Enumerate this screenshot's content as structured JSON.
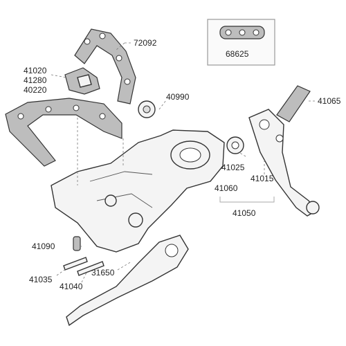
{
  "labels": {
    "p72092": "72092",
    "p41020": "41020",
    "p41280": "41280",
    "p40220": "40220",
    "p40990": "40990",
    "p68625": "68625",
    "p41065": "41065",
    "p41025": "41025",
    "p41015": "41015",
    "p41060": "41060",
    "p41050": "41050",
    "p41090": "41090",
    "p41035": "41035",
    "p41040": "41040",
    "p31650": "31650"
  }
}
